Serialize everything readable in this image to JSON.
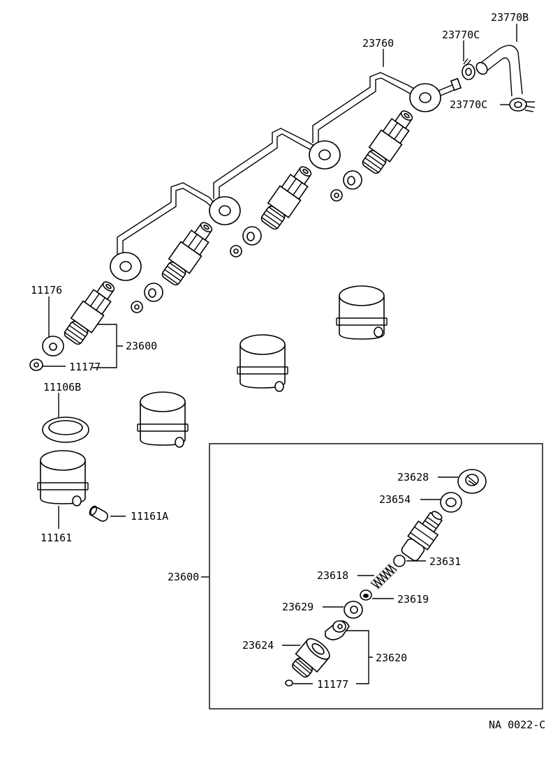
{
  "labels": {
    "p23770B": "23770B",
    "p23770C_top": "23770C",
    "p23760": "23760",
    "p23770C_right": "23770C",
    "p11176": "11176",
    "p23600_left": "23600",
    "p11177_left": "11177",
    "p11106B": "11106B",
    "p11161A": "11161A",
    "p11161": "11161",
    "p23600_box": "23600",
    "p23628": "23628",
    "p23654": "23654",
    "p23631": "23631",
    "p23618": "23618",
    "p23619": "23619",
    "p23629": "23629",
    "p23624": "23624",
    "p23620": "23620",
    "p11177_box": "11177",
    "code": "NA 0022-C"
  }
}
